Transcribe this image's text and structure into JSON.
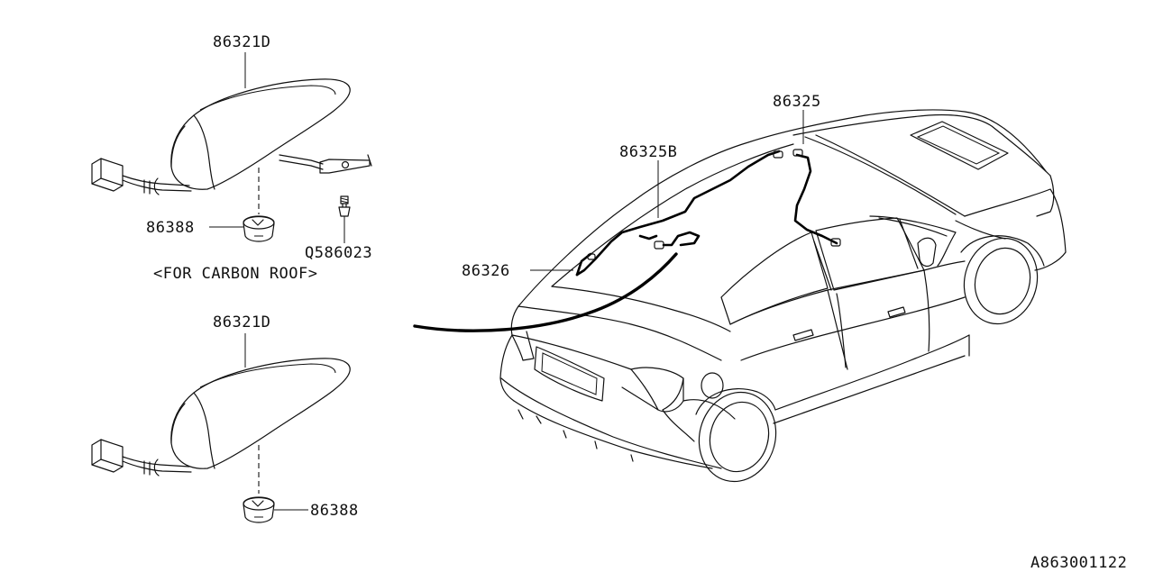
{
  "parts": {
    "antenna_top": "86321D",
    "antenna_top_base": "86388",
    "bolt": "Q586023",
    "carbon_roof_note": "<FOR CARBON ROOF>",
    "antenna_bottom": "86321D",
    "antenna_bottom_base": "86388",
    "feeder_cord_main": "86325B",
    "feeder_cord": "86325",
    "feeder_cord_rear": "86326"
  },
  "figure_id": "A863001122"
}
